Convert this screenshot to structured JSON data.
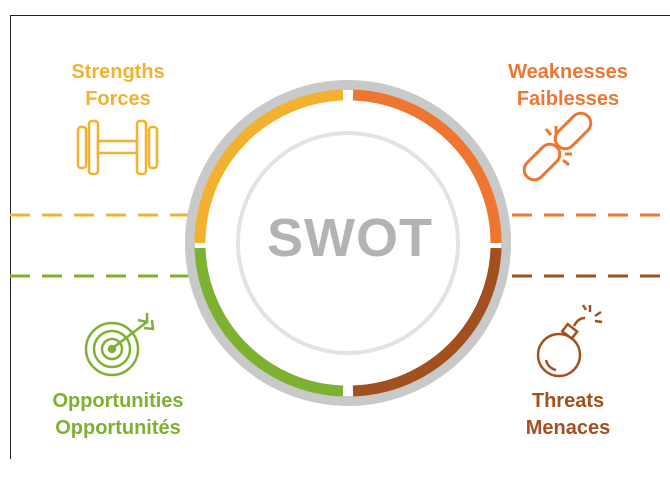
{
  "colors": {
    "strengths": "#f2b22f",
    "weaknesses": "#ee7630",
    "opportunities": "#7fb131",
    "threats": "#a3501f",
    "ring_gray": "#c9c9c9",
    "inner_ring_gray": "#e3e3e3",
    "center_text": "#b3b3b3"
  },
  "center": {
    "title": "SWOT"
  },
  "quadrants": {
    "strengths": {
      "line1": "Strengths",
      "line2": "Forces",
      "icon": "dumbbell-icon"
    },
    "weaknesses": {
      "line1": "Weaknesses",
      "line2": "Faiblesses",
      "icon": "broken-chain-icon"
    },
    "opportunities": {
      "line1": "Opportunities",
      "line2": "Opportunités",
      "icon": "target-arrow-icon"
    },
    "threats": {
      "line1": "Threats",
      "line2": "Menaces",
      "icon": "bomb-icon"
    }
  }
}
